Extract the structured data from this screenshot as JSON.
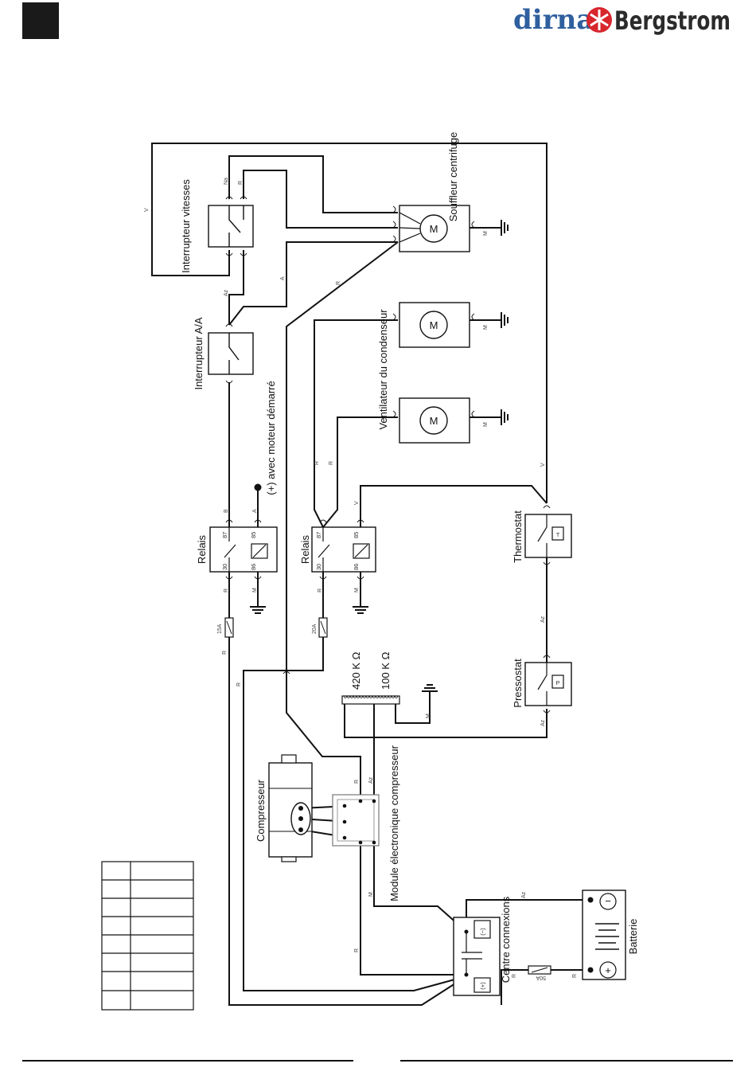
{
  "header": {
    "brand_left": "dirna",
    "brand_right": "Bergstrom"
  },
  "components": {
    "souffleur": "Souffleur centrifuge",
    "interrupteur_vitesses": "Interrupteur vitesses",
    "interrupteur_aa": "Interrupteur A/A",
    "ventilateur": "Ventilateur du condenseur",
    "plus_moteur": "(+) avec moteur démarré",
    "relais_1": "Relais",
    "relais_2": "Relais",
    "thermostat": "Thermostat",
    "pressostat": "Pressostat",
    "r420": "420 K Ω",
    "r100": "100 K Ω",
    "compresseur": "Compresseur",
    "module": "Module électronique compresseur",
    "centre": "Centre connexions",
    "batterie": "Batterie"
  },
  "symbols": {
    "motor": "M",
    "thermo": "T",
    "presso": "P",
    "minus": "(−)",
    "plus": "(+)",
    "bat_minus": "−",
    "bat_plus": "+"
  },
  "pins": {
    "p30": "30",
    "p87": "87",
    "p86": "86",
    "p85": "85"
  },
  "wires": {
    "V": "V",
    "A": "A",
    "Az": "Az",
    "R": "R",
    "M": "M",
    "B": "B",
    "Na": "Na",
    "f15": "15A",
    "f20": "20A",
    "f50": "50A"
  },
  "colors": {
    "ink": "#111111",
    "brand_blue": "#2f5f9e",
    "brand_red": "#d8262d"
  }
}
